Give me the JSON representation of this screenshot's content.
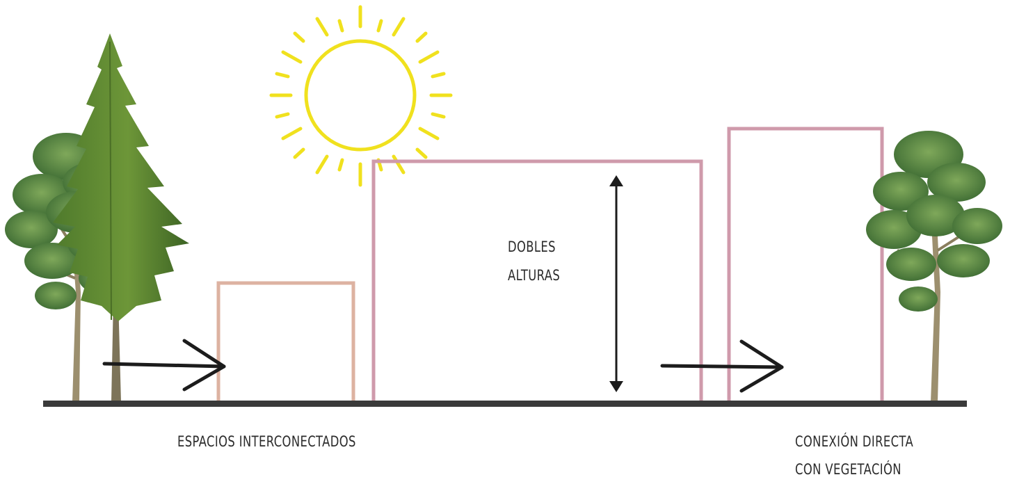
{
  "labels": {
    "dobles_line1": "DOBLES",
    "dobles_line2": "ALTURAS",
    "espacios": "ESPACIOS INTERCONECTADOS",
    "conexion_line1": "CONEXIÓN DIRECTA",
    "conexion_line2": "CON VEGETACIÓN"
  },
  "colors": {
    "ground": "#3a3a3a",
    "sun": "#f0e11e",
    "small_box": "#ddb2a1",
    "building": "#cf9aab",
    "arrow": "#1c1c1c",
    "foliage_dark": "#3f6b2f",
    "foliage_light": "#6f9a45",
    "trunk": "#9c8f6e"
  },
  "icons": {
    "sun": "sun-icon",
    "pine": "pine-tree-icon",
    "broadleaf": "broadleaf-tree-icon",
    "arrow_right": "arrow-right-icon",
    "double_arrow": "double-arrow-vertical-icon"
  }
}
